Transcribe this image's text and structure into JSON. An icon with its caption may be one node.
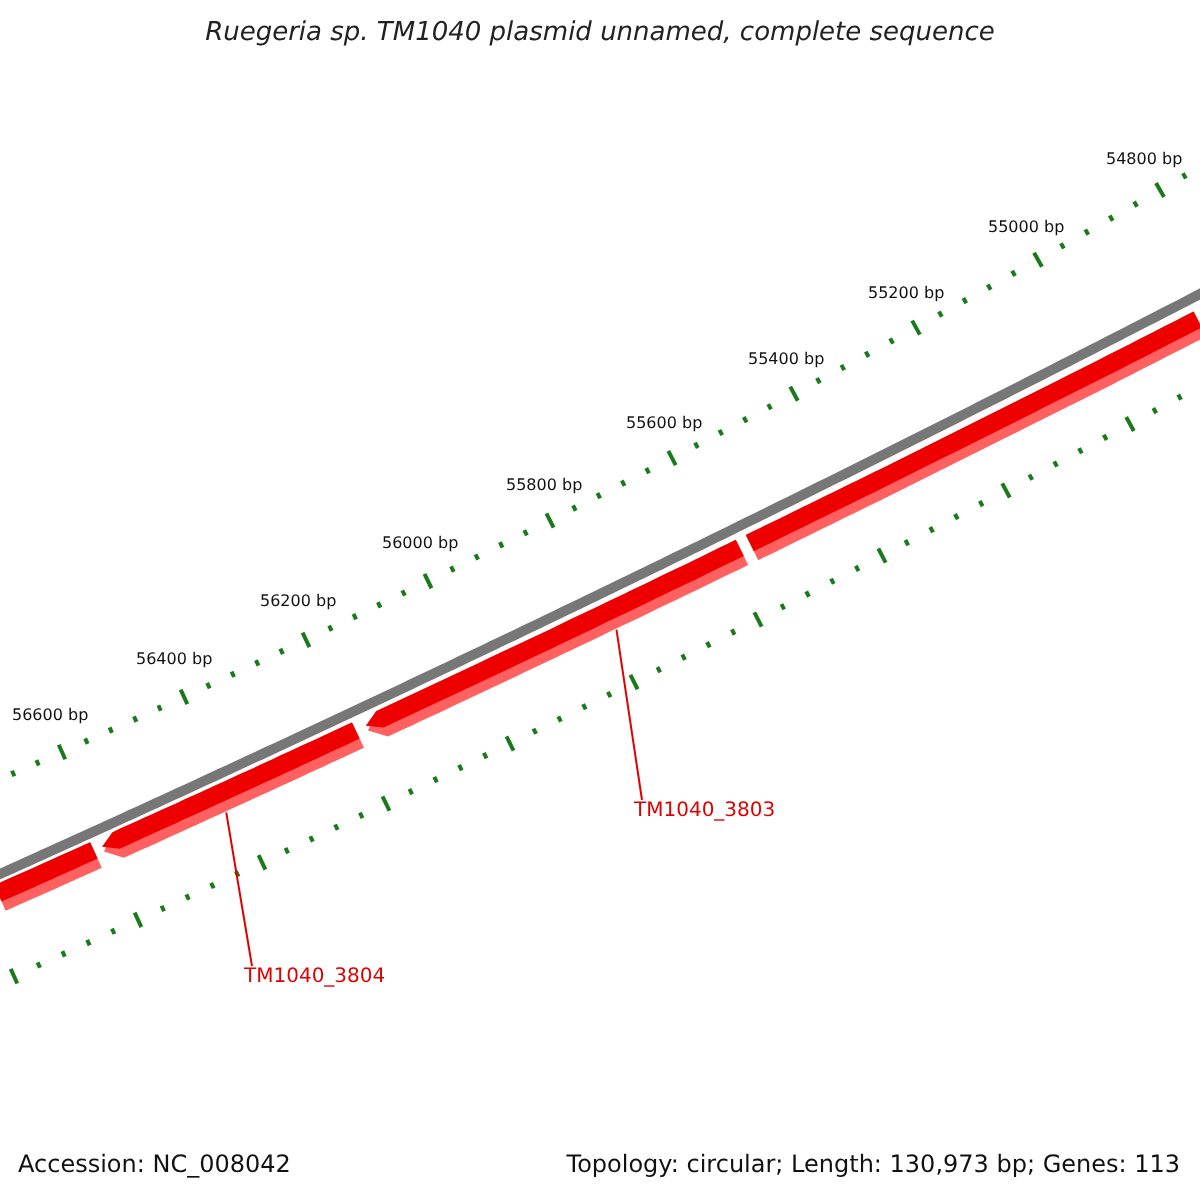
{
  "diagram": {
    "title": "Ruegeria sp. TM1040 plasmid unnamed, complete sequence",
    "nodes": [
      {
        "text": [],
        "shape": "arrow"
      },
      {
        "text": [],
        "shape": "arrow"
      },
      {
        "text": [],
        "shape": "arrow"
      },
      {
        "text": [],
        "shape": "arrow"
      },
      {
        "text": [
          "TM1040_3803"
        ]
      },
      {
        "text": [
          "TM1040_3804"
        ]
      }
    ],
    "edges": [
      {
        "from": 4,
        "to": 2,
        "arrow": "none"
      },
      {
        "from": 5,
        "to": 1,
        "arrow": "none"
      }
    ],
    "labels": [
      "54800 bp",
      "55000 bp",
      "55200 bp",
      "55400 bp",
      "55600 bp",
      "55800 bp",
      "56000 bp",
      "56200 bp",
      "56400 bp",
      "56600 bp",
      "Accession: NC_008042",
      "Topology: circular; Length: 130,973 bp; Genes: 113"
    ]
  }
}
